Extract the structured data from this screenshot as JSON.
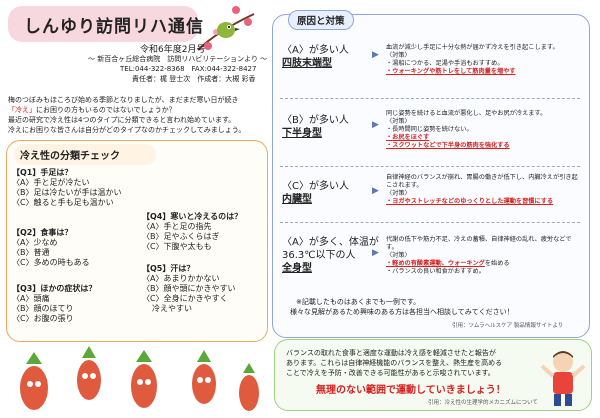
{
  "header": {
    "title": "しんゆり訪問リハ通信",
    "issue": "令和6年度2月号",
    "org_line1": "～ 新百合ヶ丘総合病院　訪問リハビリテーションより ～",
    "org_line2": "TEL:044-322-8368　FAX:044-322-8427",
    "org_line3": "責任者：梶 登士次　作成者：大槻 彩香"
  },
  "intro": {
    "line1": "梅のつぼみもほころび始める季節となりましたが、まだまだ寒い日が続き",
    "highlight": "「冷え」",
    "line2": "にお困りの方もいるのではないでしょうか？",
    "line3": "最近の研究で冷え性は4つのタイプに分類できると言われ始めています。",
    "line4": "冷えにお困りな皆さんは自分がどのタイプなのかチェックしてみましょう。"
  },
  "check": {
    "heading": "冷え性の分類チェック",
    "q1": {
      "title": "【Q1】手足は？",
      "a": "〈A〉手と足が冷たい",
      "b": "〈B〉足は冷たいが手は温かい",
      "c": "〈C〉触ると手も足も温かい"
    },
    "q2": {
      "title": "【Q2】食事は？",
      "a": "〈A〉少なめ",
      "b": "〈B〉普通",
      "c": "〈C〉多めの時もある"
    },
    "q3": {
      "title": "【Q3】ほかの症状は？",
      "a": "〈A〉頭痛",
      "b": "〈B〉顔のほてり",
      "c": "〈C〉お腹の張り"
    },
    "q4": {
      "title": "【Q4】寒いと冷えるのは？",
      "a": "〈A〉手と足の指先",
      "b": "〈B〉足やふくらはぎ",
      "c": "〈C〉下腹や太もも"
    },
    "q5": {
      "title": "【Q5】汗は？",
      "a": "〈A〉あまりかかない",
      "b": "〈B〉顔や頭にかきやすい",
      "c": "〈C〉全身にかきやすく",
      "c2": "冷えやすい"
    }
  },
  "causes": {
    "heading": "原因と対策",
    "items": [
      {
        "label": "〈A〉が多い人",
        "name": "四肢末端型",
        "desc1": "血流が減少し手足に十分な熱が届かず冷えを引き起こします。",
        "desc2": "〈対策〉",
        "desc3": "・湯船につかる、足湯や手浴もおすすめ。",
        "hl1": "・ウォーキングや筋トレをして筋肉量を増やす",
        "hl2": ""
      },
      {
        "label": "〈B〉が多い人",
        "name": "下半身型",
        "desc1": "同じ姿勢を続けると血流が悪化し、足やお尻が冷えます。",
        "desc2": "〈対策〉",
        "desc3": "・長時間同じ姿勢を続けない。",
        "hl1": "・お尻をほぐす",
        "hl2": "・スクワットなどで下半身の筋肉を強化する"
      },
      {
        "label": "〈C〉が多い人",
        "name": "内臓型",
        "desc1": "自律神経のバランスが崩れ、胃腸の働きが低下し、内臓冷えが引き起こされます。",
        "desc2": "〈対策〉",
        "desc3": "",
        "hl1": "・ヨガやストレッチなどのゆっくりとした運動を習慣にする",
        "hl2": ""
      },
      {
        "label": "〈A〉が多く、体温が",
        "label2": "36.3℃以下の人",
        "name": "全身型",
        "desc1": "代謝の低下や筋力不足、冷えの蓄積、自律神経の乱れ、疲労などです。",
        "desc2": "〈対策〉",
        "desc3": "",
        "hl1": "・軽めの有酸素運動、ウォーキング",
        "hl1b": "を始める",
        "hl2": "・バランスの良い和食がおすすめ。"
      }
    ],
    "note1": "※記載したものはあくまでも一例です。",
    "note2": "様々な見解があるため興味のある方は各担当へ相談してみてください！",
    "citation": "引用：ツムラヘルスケア 製品情報サイトより"
  },
  "bottom": {
    "line1": "バランスの取れた食事と適度な運動は冷え感を軽減させたと報告が",
    "line2": "あります。これらは自律神経機能のバランスを整え、熱生産を高める",
    "line3": "ことで冷えを予防・改善できる可能性があると示唆されています。",
    "emphasis": "無理のない範囲で運動していきましょう！",
    "citation": "引用：冷え性の生理学的メカニズムについて"
  },
  "colors": {
    "accent_red": "#d7201f",
    "panel_blue": "#8fa7d8",
    "panel_orange": "#f2a75a",
    "panel_green": "#9fcf86",
    "title_pink": "#f6d8de"
  }
}
